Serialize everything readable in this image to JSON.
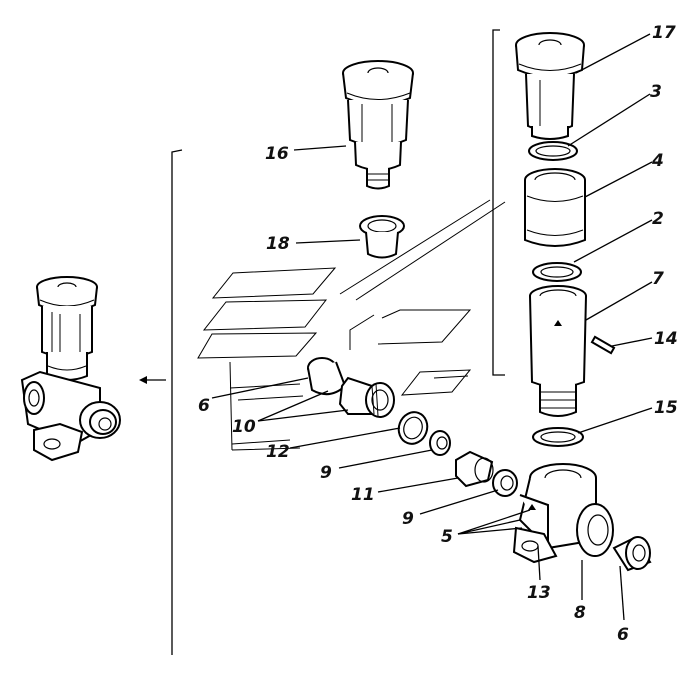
{
  "callouts": {
    "c17": "17",
    "c3": "3",
    "c4": "4",
    "c2": "2",
    "c7": "7",
    "c14": "14",
    "c15": "15",
    "c16": "16",
    "c18": "18",
    "c6a": "6",
    "c10": "10",
    "c12": "12",
    "c9a": "9",
    "c11": "11",
    "c9b": "9",
    "c5": "5",
    "c13": "13",
    "c8": "8",
    "c6b": "6"
  }
}
